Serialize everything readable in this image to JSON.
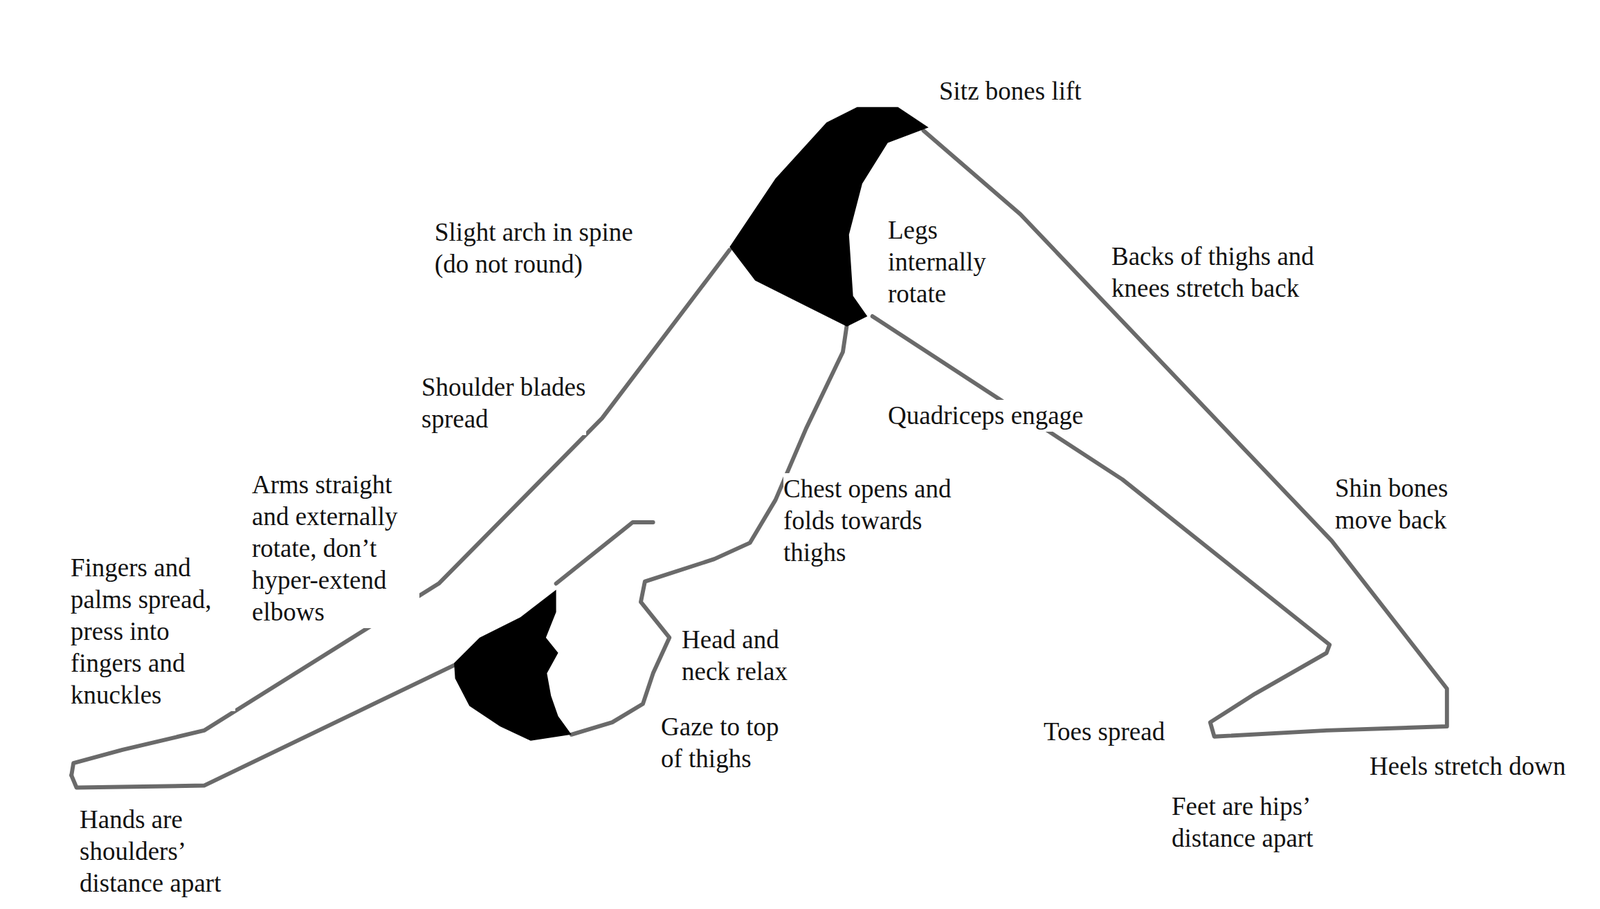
{
  "diagram": {
    "labels": [
      "Sitz bones lift",
      "Slight arch in spine (do not round)",
      "Legs internally rotate",
      "Backs of thighs and knees stretch back",
      "Shoulder blades spread",
      "Quadriceps engage",
      "Arms straight and externally rotate, don’t hyper-extend elbows",
      "Chest opens and folds towards thighs",
      "Fingers and palms spread, press into fingers and knuckles",
      "Head and neck relax",
      "Gaze to top of thighs",
      "Toes spread",
      "Shin bones move back",
      "Heels stretch down",
      "Feet are hips’ distance apart",
      "Hands are shoulders’ distance apart"
    ]
  }
}
